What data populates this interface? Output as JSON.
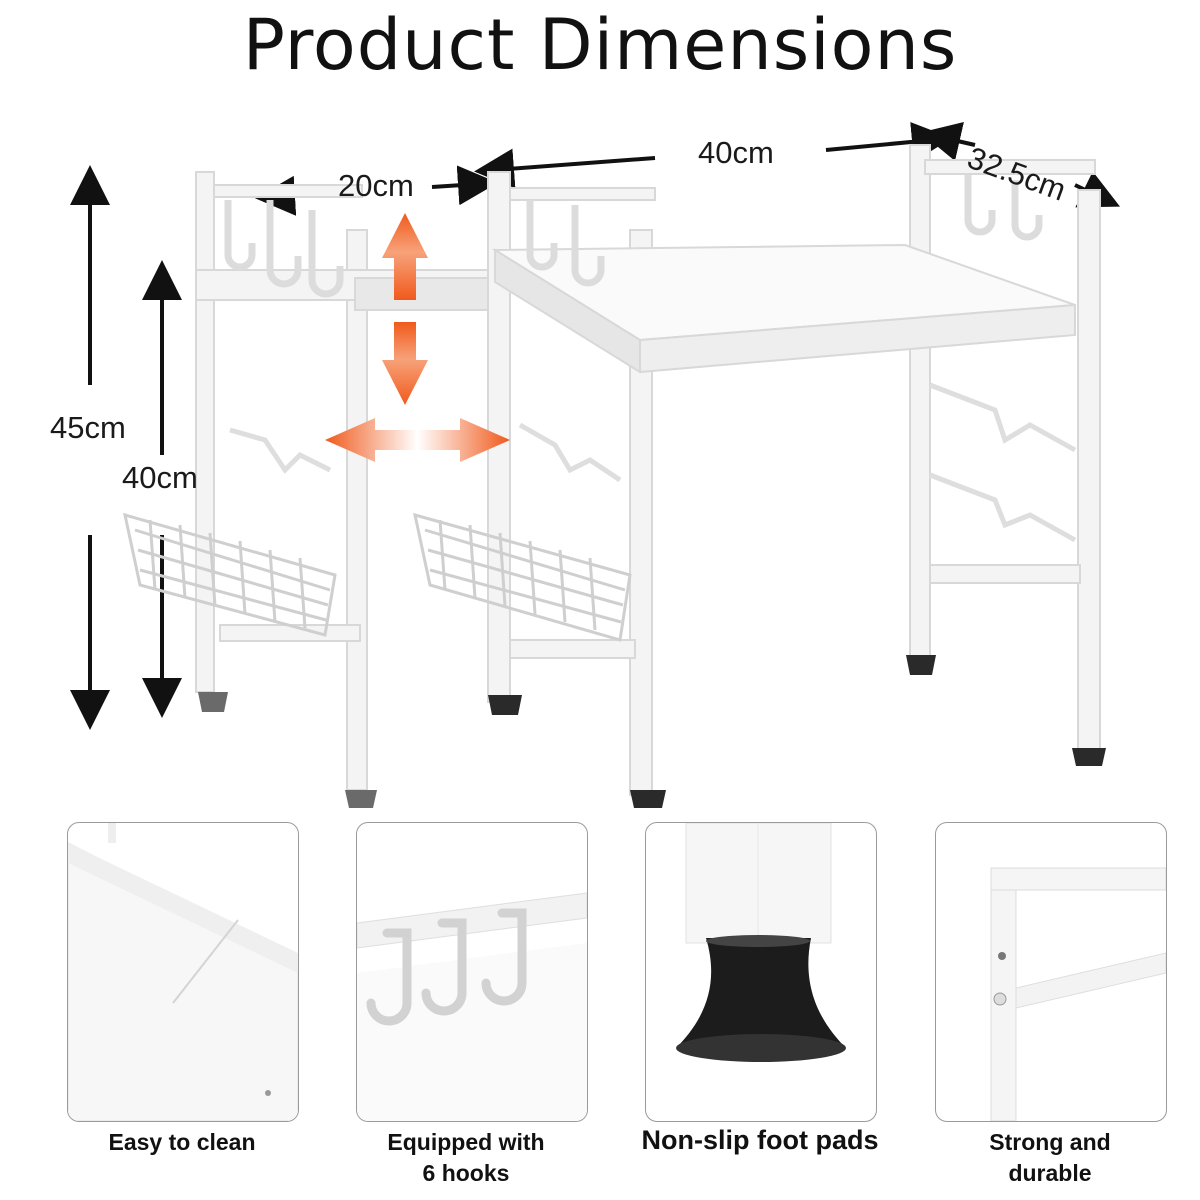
{
  "title": "Product Dimensions",
  "dimensions": {
    "overall_height": "45cm",
    "inner_height": "40cm",
    "top_width": "20cm",
    "width": "40cm",
    "depth": "32.5cm"
  },
  "features": [
    {
      "icon": "shelf-board",
      "label": "Easy to clean"
    },
    {
      "icon": "hooks",
      "label": "Equipped with\n6 hooks"
    },
    {
      "icon": "foot-pad",
      "label": "Non-slip foot pads"
    },
    {
      "icon": "frame-corner",
      "label": "Strong and\ndurable"
    }
  ],
  "colors": {
    "accent_arrow": "#f05a1c",
    "frame": "#f4f4f4",
    "foot": "#1a1a1a"
  }
}
